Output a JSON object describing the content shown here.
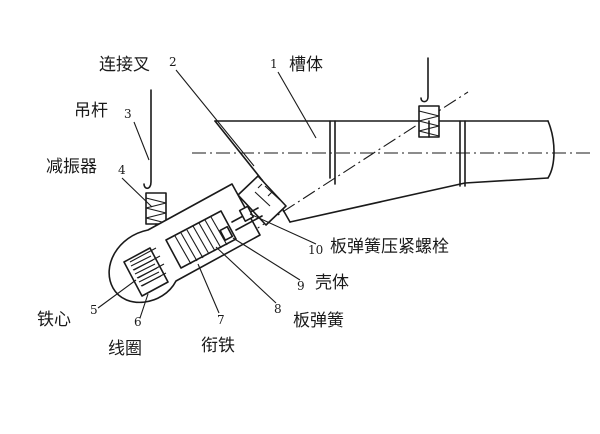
{
  "diagram": {
    "labels": {
      "trough_name": "槽体",
      "fork_name": "连接叉",
      "rod_name": "吊杆",
      "damper_name": "减振器",
      "bolt_name": "板弹簧压紧螺栓",
      "shell_name": "壳体",
      "spring_name": "板弹簧",
      "core_name": "铁心",
      "coil_name": "线圈",
      "armature_name": "衔铁"
    },
    "numbers": {
      "n1": "1",
      "n2": "2",
      "n3": "3",
      "n4": "4",
      "n5": "5",
      "n6": "6",
      "n7": "7",
      "n8": "8",
      "n9": "9",
      "n10": "10"
    }
  }
}
